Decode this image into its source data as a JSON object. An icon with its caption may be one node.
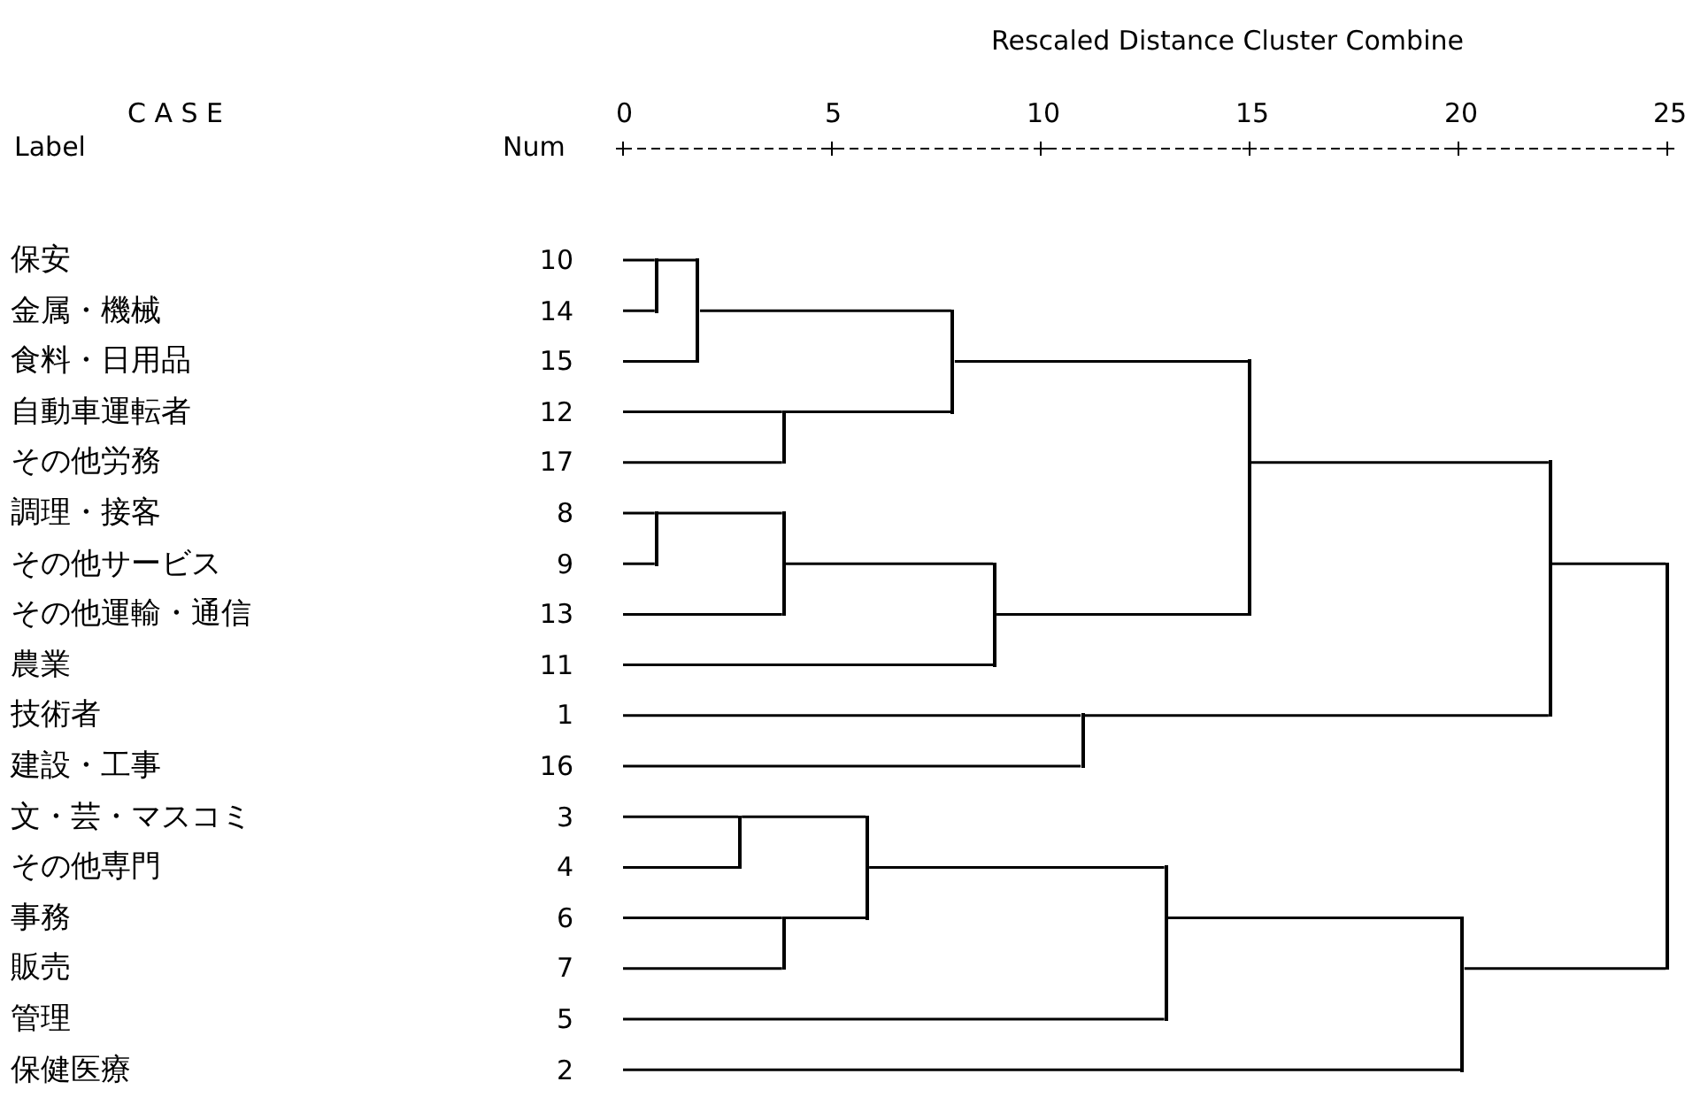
{
  "diagram": {
    "nodes": [
      {
        "text": [
          "保安",
          "10"
        ]
      },
      {
        "text": [
          "金属・機械",
          "14"
        ]
      },
      {
        "text": [
          "食料・日用品",
          "15"
        ]
      },
      {
        "text": [
          "自動車運転者",
          "12"
        ]
      },
      {
        "text": [
          "その他労務",
          "17"
        ]
      },
      {
        "text": [
          "調理・接客",
          "8"
        ]
      },
      {
        "text": [
          "その他サービス",
          "9"
        ]
      },
      {
        "text": [
          "その他運輸・通信",
          "13"
        ]
      },
      {
        "text": [
          "農業",
          "11"
        ]
      },
      {
        "text": [
          "技術者",
          "1"
        ]
      },
      {
        "text": [
          "建設・工事",
          "16"
        ]
      },
      {
        "text": [
          "文・芸・マスコミ",
          "3"
        ]
      },
      {
        "text": [
          "その他専門",
          "4"
        ]
      },
      {
        "text": [
          "事務",
          "6"
        ]
      },
      {
        "text": [
          "販売",
          "7"
        ]
      },
      {
        "text": [
          "管理",
          "5"
        ]
      },
      {
        "text": [
          "保健医療",
          "2"
        ]
      },
      {
        "text": [],
        "shape": "bar"
      },
      {
        "text": [],
        "shape": "bar"
      },
      {
        "text": [],
        "shape": "bar"
      },
      {
        "text": [],
        "shape": "bar"
      },
      {
        "text": [],
        "shape": "bar"
      },
      {
        "text": [],
        "shape": "bar"
      },
      {
        "text": [],
        "shape": "bar"
      },
      {
        "text": [],
        "shape": "bar"
      },
      {
        "text": [],
        "shape": "bar"
      },
      {
        "text": [],
        "shape": "bar"
      },
      {
        "text": [],
        "shape": "bar"
      },
      {
        "text": [],
        "shape": "bar"
      },
      {
        "text": [],
        "shape": "bar"
      },
      {
        "text": [],
        "shape": "bar"
      },
      {
        "text": [],
        "shape": "bar"
      },
      {
        "text": [],
        "shape": "bar"
      }
    ],
    "edges": [
      {
        "from": 0,
        "to": 17,
        "arrow": "none"
      },
      {
        "from": 1,
        "to": 17,
        "arrow": "none"
      },
      {
        "from": 17,
        "to": 18,
        "arrow": "none"
      },
      {
        "from": 2,
        "to": 18,
        "arrow": "none"
      },
      {
        "from": 3,
        "to": 19,
        "arrow": "none"
      },
      {
        "from": 4,
        "to": 19,
        "arrow": "none"
      },
      {
        "from": 18,
        "to": 20,
        "arrow": "none"
      },
      {
        "from": 19,
        "to": 20,
        "arrow": "none"
      },
      {
        "from": 5,
        "to": 21,
        "arrow": "none"
      },
      {
        "from": 6,
        "to": 21,
        "arrow": "none"
      },
      {
        "from": 21,
        "to": 22,
        "arrow": "none"
      },
      {
        "from": 7,
        "to": 22,
        "arrow": "none"
      },
      {
        "from": 22,
        "to": 23,
        "arrow": "none"
      },
      {
        "from": 8,
        "to": 23,
        "arrow": "none"
      },
      {
        "from": 20,
        "to": 24,
        "arrow": "none"
      },
      {
        "from": 23,
        "to": 24,
        "arrow": "none"
      },
      {
        "from": 9,
        "to": 25,
        "arrow": "none"
      },
      {
        "from": 10,
        "to": 25,
        "arrow": "none"
      },
      {
        "from": 24,
        "to": 26,
        "arrow": "none"
      },
      {
        "from": 25,
        "to": 26,
        "arrow": "none"
      },
      {
        "from": 11,
        "to": 27,
        "arrow": "none"
      },
      {
        "from": 12,
        "to": 27,
        "arrow": "none"
      },
      {
        "from": 13,
        "to": 28,
        "arrow": "none"
      },
      {
        "from": 14,
        "to": 28,
        "arrow": "none"
      },
      {
        "from": 27,
        "to": 29,
        "arrow": "none"
      },
      {
        "from": 28,
        "to": 29,
        "arrow": "none"
      },
      {
        "from": 29,
        "to": 30,
        "arrow": "none"
      },
      {
        "from": 15,
        "to": 30,
        "arrow": "none"
      },
      {
        "from": 30,
        "to": 31,
        "arrow": "none"
      },
      {
        "from": 16,
        "to": 31,
        "arrow": "none"
      },
      {
        "from": 26,
        "to": 32,
        "arrow": "none"
      },
      {
        "from": 31,
        "to": 32,
        "arrow": "none"
      }
    ],
    "labels": [
      "Rescaled Distance Cluster Combine",
      "C A S E",
      "Label",
      "Num",
      "0",
      "5",
      "10",
      "15",
      "20",
      "25"
    ]
  }
}
